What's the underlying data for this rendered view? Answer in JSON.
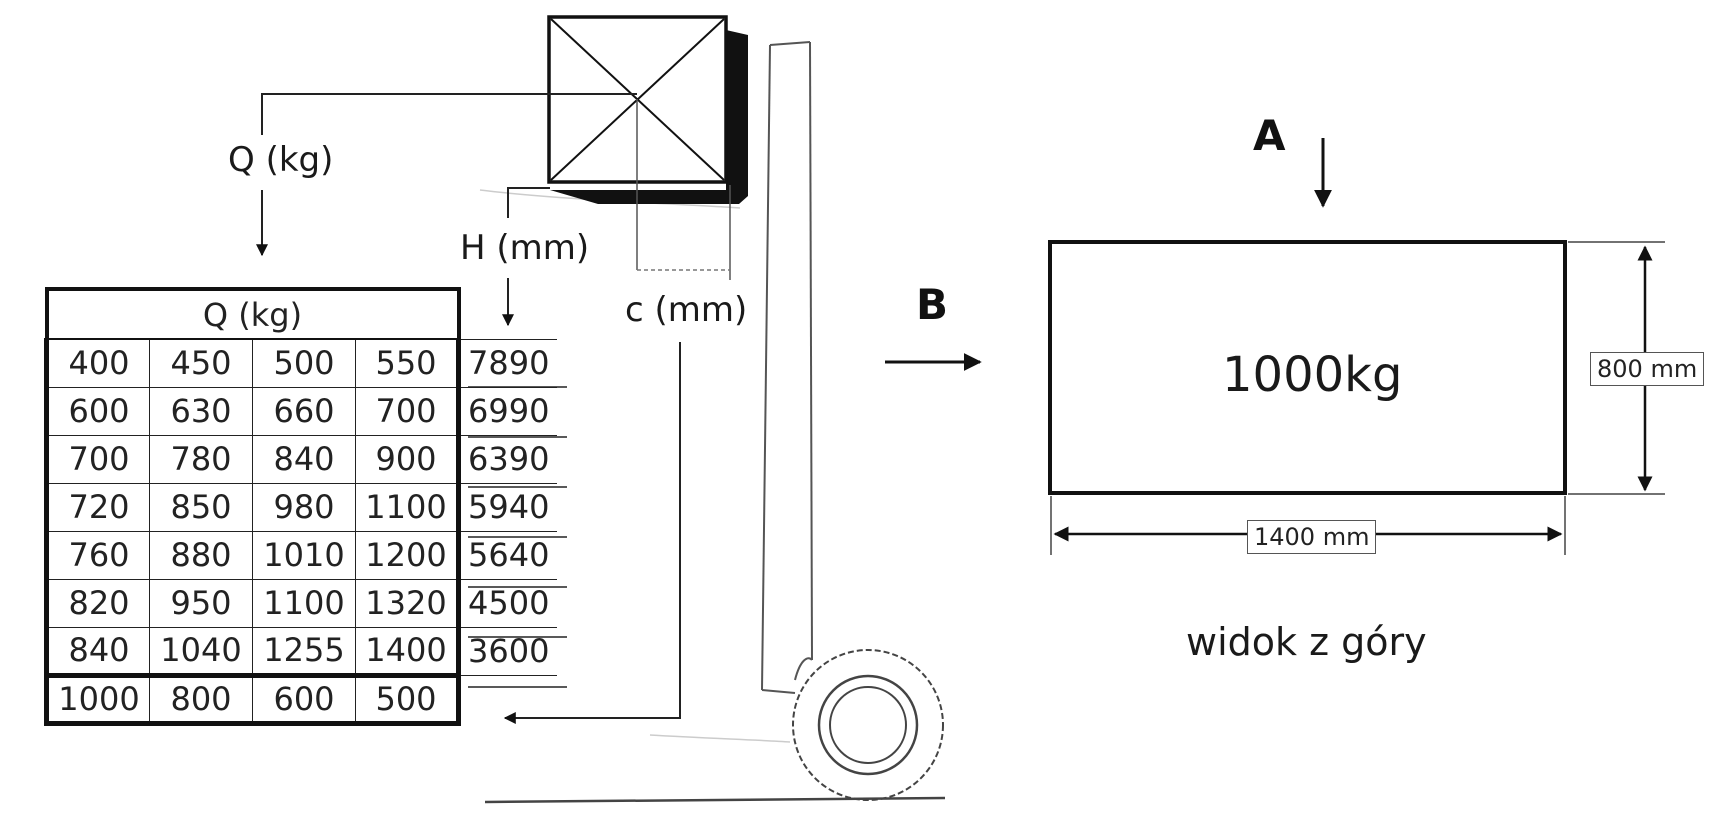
{
  "labels": {
    "q_kg": "Q (kg)",
    "h_mm": "H (mm)",
    "c_mm": "c (mm)",
    "view_a": "A",
    "view_b": "B",
    "load_mass": "1000kg",
    "dim_width": "800 mm",
    "dim_length": "1400 mm",
    "caption": "widok z góry"
  },
  "table": {
    "header": "Q (kg)",
    "rows": [
      {
        "q": [
          "400",
          "450",
          "500",
          "550"
        ],
        "h": "7890"
      },
      {
        "q": [
          "600",
          "630",
          "660",
          "700"
        ],
        "h": "6990"
      },
      {
        "q": [
          "700",
          "780",
          "840",
          "900"
        ],
        "h": "6390"
      },
      {
        "q": [
          "720",
          "850",
          "980",
          "1100"
        ],
        "h": "5940"
      },
      {
        "q": [
          "760",
          "880",
          "1010",
          "1200"
        ],
        "h": "5640"
      },
      {
        "q": [
          "820",
          "950",
          "1100",
          "1320"
        ],
        "h": "4500"
      },
      {
        "q": [
          "840",
          "1040",
          "1255",
          "1400"
        ],
        "h": "3600"
      }
    ],
    "c_row": [
      "1000",
      "800",
      "600",
      "500"
    ]
  }
}
